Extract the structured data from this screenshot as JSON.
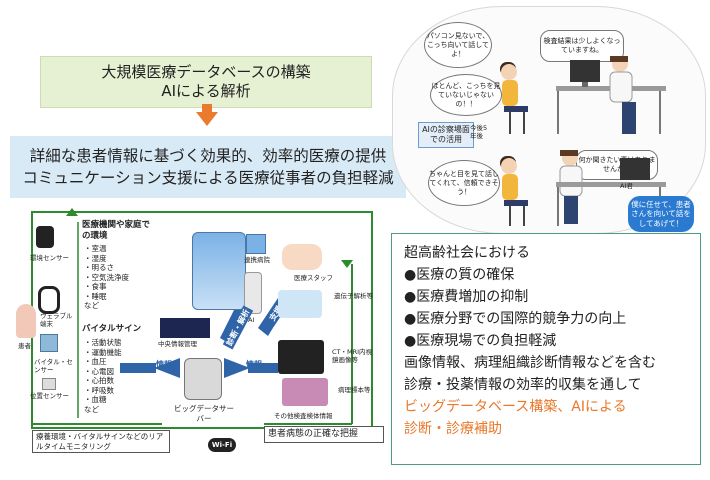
{
  "top": {
    "box1_line1": "大規模医療データベースの構築",
    "box1_line2": "AIによる解析",
    "box2_line1": "詳細な患者情報に基づく効果的、効率的医療の提供",
    "box2_line2": "コミュニケーション支援による医療従事者の負担軽減"
  },
  "scene": {
    "bubble_patient_top": "パソコン見ないで、こっち向いて話してよ！",
    "bubble_doctor_top": "検査結果は少しよくなっていますね。",
    "bubble_patient_top2": "ほとんど、こっちを見ていないじゃないの！！",
    "ai_label": "AIの診察場面での活用",
    "ai_years": "今後5年後",
    "bubble_doctor_bottom": "何か聞きたい事はありませんか？",
    "bubble_patient_bottom": "ちゃんと目を見て話してくれて、信頼できそう！",
    "ai_kun": "AI君",
    "blue_bubble": "僕に任せて、患者さんを向いて話をしてあげて！"
  },
  "diagram": {
    "env_title": "医療機関や家庭での環境",
    "env_items": [
      "・室温",
      "・湿度",
      "・明るさ",
      "・空気洗浄度",
      "・食事",
      "・睡眠",
      "など"
    ],
    "vital_title": "バイタルサイン",
    "vital_items": [
      "・活動状態",
      "・運動機能",
      "・血圧",
      "・心電図",
      "・心拍数",
      "・呼吸数",
      "・血糖",
      "など"
    ],
    "env_sensor": "環境センサー",
    "wearable": "ウェラブル端末",
    "patient": "患者",
    "vital_sensor": "バイタル・センサー",
    "position_sensor": "位置センサー",
    "hospital": "連携病院",
    "staff": "医療スタッフ",
    "central": "中央情報管理",
    "ai": "AI",
    "diagnosis": "診断・解析",
    "support": "支援",
    "info_left": "情報",
    "info_right": "情報",
    "gene": "遺伝子解析等",
    "ct": "CT・MRI内視鏡画像等",
    "pathology": "病理標本等",
    "other_exam": "その他検査検体情報",
    "server": "ビッグデータサーバー",
    "wifi": "Wi-Fi",
    "monitoring": "療養環境・バイタルサインなどのリアルタイムモニタリング",
    "grasp": "患者病態の正確な把握"
  },
  "right": {
    "intro": "超高齢社会における",
    "bullets": [
      "●医療の質の確保",
      "●医療費増加の抑制",
      "●医療分野での国際的競争力の向上",
      "●医療現場での負担軽減"
    ],
    "line1": "画像情報、病理組織診断情報などを含む",
    "line2": "診療・投薬情報の効率的収集を通して",
    "orange1": "ビッグデータベース構築、AIによる",
    "orange2": "診断・診療補助"
  }
}
